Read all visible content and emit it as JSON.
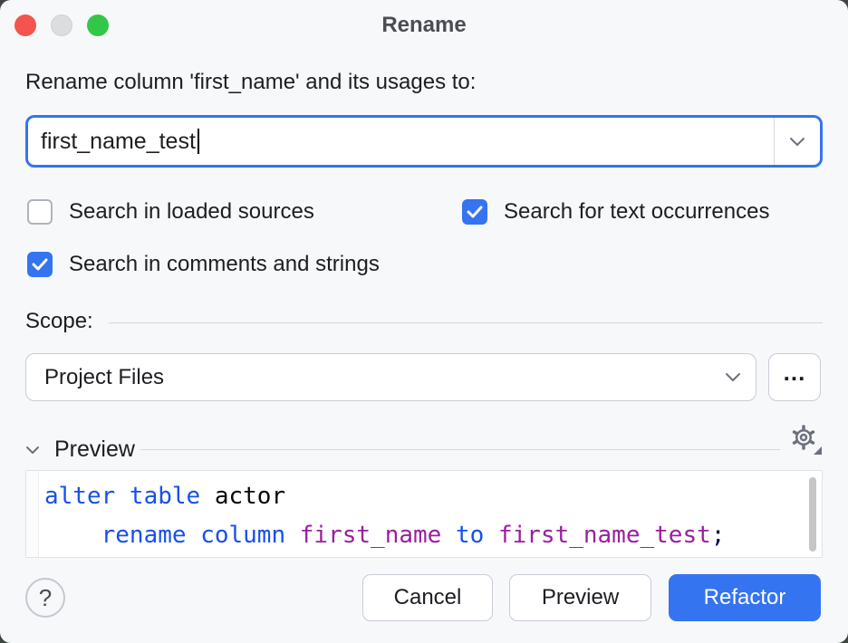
{
  "window": {
    "title": "Rename"
  },
  "rename": {
    "label": "Rename column 'first_name' and its usages to:",
    "input_value": "first_name_test"
  },
  "checkboxes": [
    {
      "label": "Search in loaded sources",
      "checked": false
    },
    {
      "label": "Search for text occurrences",
      "checked": true
    },
    {
      "label": "Search in comments and strings",
      "checked": true
    }
  ],
  "scope": {
    "label": "Scope:",
    "value": "Project Files",
    "more_label": "..."
  },
  "preview": {
    "label": "Preview",
    "lines": [
      {
        "segments": [
          {
            "text": "alter table",
            "type": "keyword"
          },
          {
            "text": " actor",
            "type": "plain"
          }
        ]
      },
      {
        "segments": [
          {
            "text": "    ",
            "type": "plain"
          },
          {
            "text": "rename column",
            "type": "keyword"
          },
          {
            "text": " ",
            "type": "plain"
          },
          {
            "text": "first_name",
            "type": "identifier"
          },
          {
            "text": " ",
            "type": "plain"
          },
          {
            "text": "to",
            "type": "keyword"
          },
          {
            "text": " ",
            "type": "plain"
          },
          {
            "text": "first_name_test",
            "type": "identifier"
          },
          {
            "text": ";",
            "type": "punctuation"
          }
        ]
      }
    ]
  },
  "footer": {
    "help_label": "?",
    "cancel_label": "Cancel",
    "preview_label": "Preview",
    "refactor_label": "Refactor"
  },
  "icons": {
    "combo_chevron": "chevron-down",
    "select_chevron": "chevron-down",
    "preview_chevron": "chevron-down",
    "settings": "gear",
    "help": "question-mark-circle"
  },
  "colors": {
    "accent_blue": "#3574f0",
    "keyword_blue": "#1750eb",
    "identifier_purple": "#9a1f9e",
    "dialog_background": "#f7f8fa",
    "traffic_red": "#f4544d",
    "traffic_gray": "#dcdddf",
    "traffic_green": "#32c749"
  }
}
